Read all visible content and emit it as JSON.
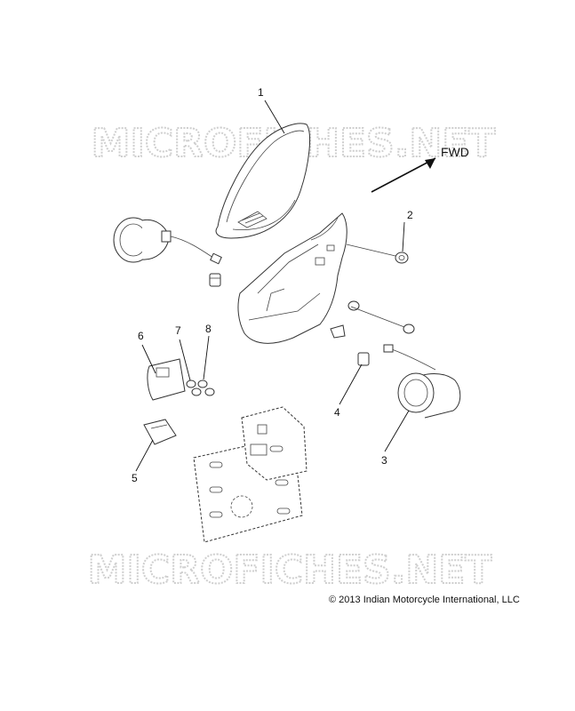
{
  "watermark": "MICROFICHES.NET",
  "direction_label": "FWD",
  "copyright": "© 2013 Indian Motorcycle International, LLC",
  "callouts": [
    "1",
    "2",
    "3",
    "4",
    "5",
    "6",
    "7",
    "8"
  ],
  "colors": {
    "watermark": "#cfcfcf",
    "line": "#333333",
    "background": "#ffffff"
  }
}
